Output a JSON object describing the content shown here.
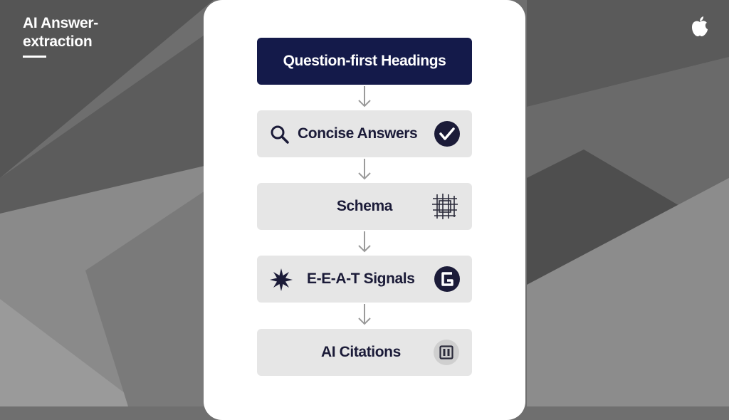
{
  "header": {
    "title": "AI Answer-extraction"
  },
  "branding": {
    "logo_icon": "apple-logo-icon"
  },
  "colors": {
    "primary_box": "#141a4a",
    "step_box": "#e6e6e6",
    "arrow": "#9a9a9a",
    "icon_dark": "#1b1b38"
  },
  "flow": {
    "steps": [
      {
        "label": "Question-first Headings"
      },
      {
        "label": "Concise Answers",
        "left_icon": "search-icon",
        "right_icon": "check-circle-icon"
      },
      {
        "label": "Schema",
        "right_icon": "grid-icon"
      },
      {
        "label": "E-E-A-T Signals",
        "left_icon": "star-burst-icon",
        "right_icon": "badge-icon"
      },
      {
        "label": "AI Citations",
        "right_icon": "document-icon"
      }
    ]
  }
}
